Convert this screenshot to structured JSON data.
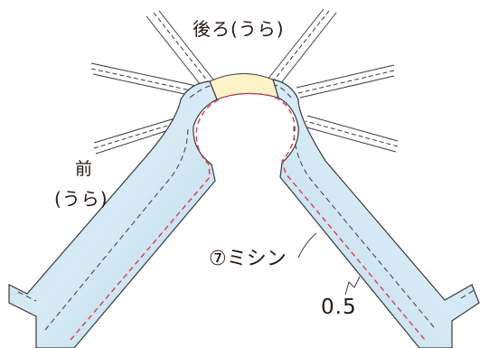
{
  "labels": {
    "back_wrong_side": "後ろ(うら)",
    "front_title": "前",
    "front_wrong_side": "(うら)",
    "stitch": "⑦ミシン",
    "seam_allowance": "0.5"
  },
  "colors": {
    "fabric_fill": "#c5e0ee",
    "fabric_fill_light": "#e4f1f8",
    "yellow_piece": "#fdf3c9",
    "outline": "#3a3a3a",
    "stitch_red": "#e03a4c",
    "text": "#231815"
  }
}
